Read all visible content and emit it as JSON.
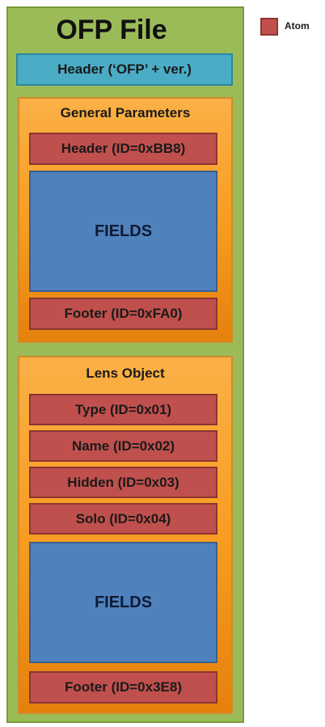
{
  "file": {
    "title": "OFP File",
    "header": "Header (‘OFP’ + ver.)"
  },
  "general_parameters": {
    "title": "General Parameters",
    "header": "Header (ID=0xBB8)",
    "fields": "FIELDS",
    "footer": "Footer (ID=0xFA0)"
  },
  "lens_object": {
    "title": "Lens Object",
    "atoms": [
      "Type (ID=0x01)",
      "Name (ID=0x02)",
      "Hidden (ID=0x03)",
      "Solo (ID=0x04)"
    ],
    "fields": "FIELDS",
    "footer": "Footer (ID=0x3E8)"
  },
  "legend": {
    "label": "Atom"
  },
  "colors": {
    "file": "#9bbb59",
    "header": "#4bacc6",
    "object": "#f79646",
    "atom": "#c0504d",
    "fields": "#4f81bd"
  }
}
